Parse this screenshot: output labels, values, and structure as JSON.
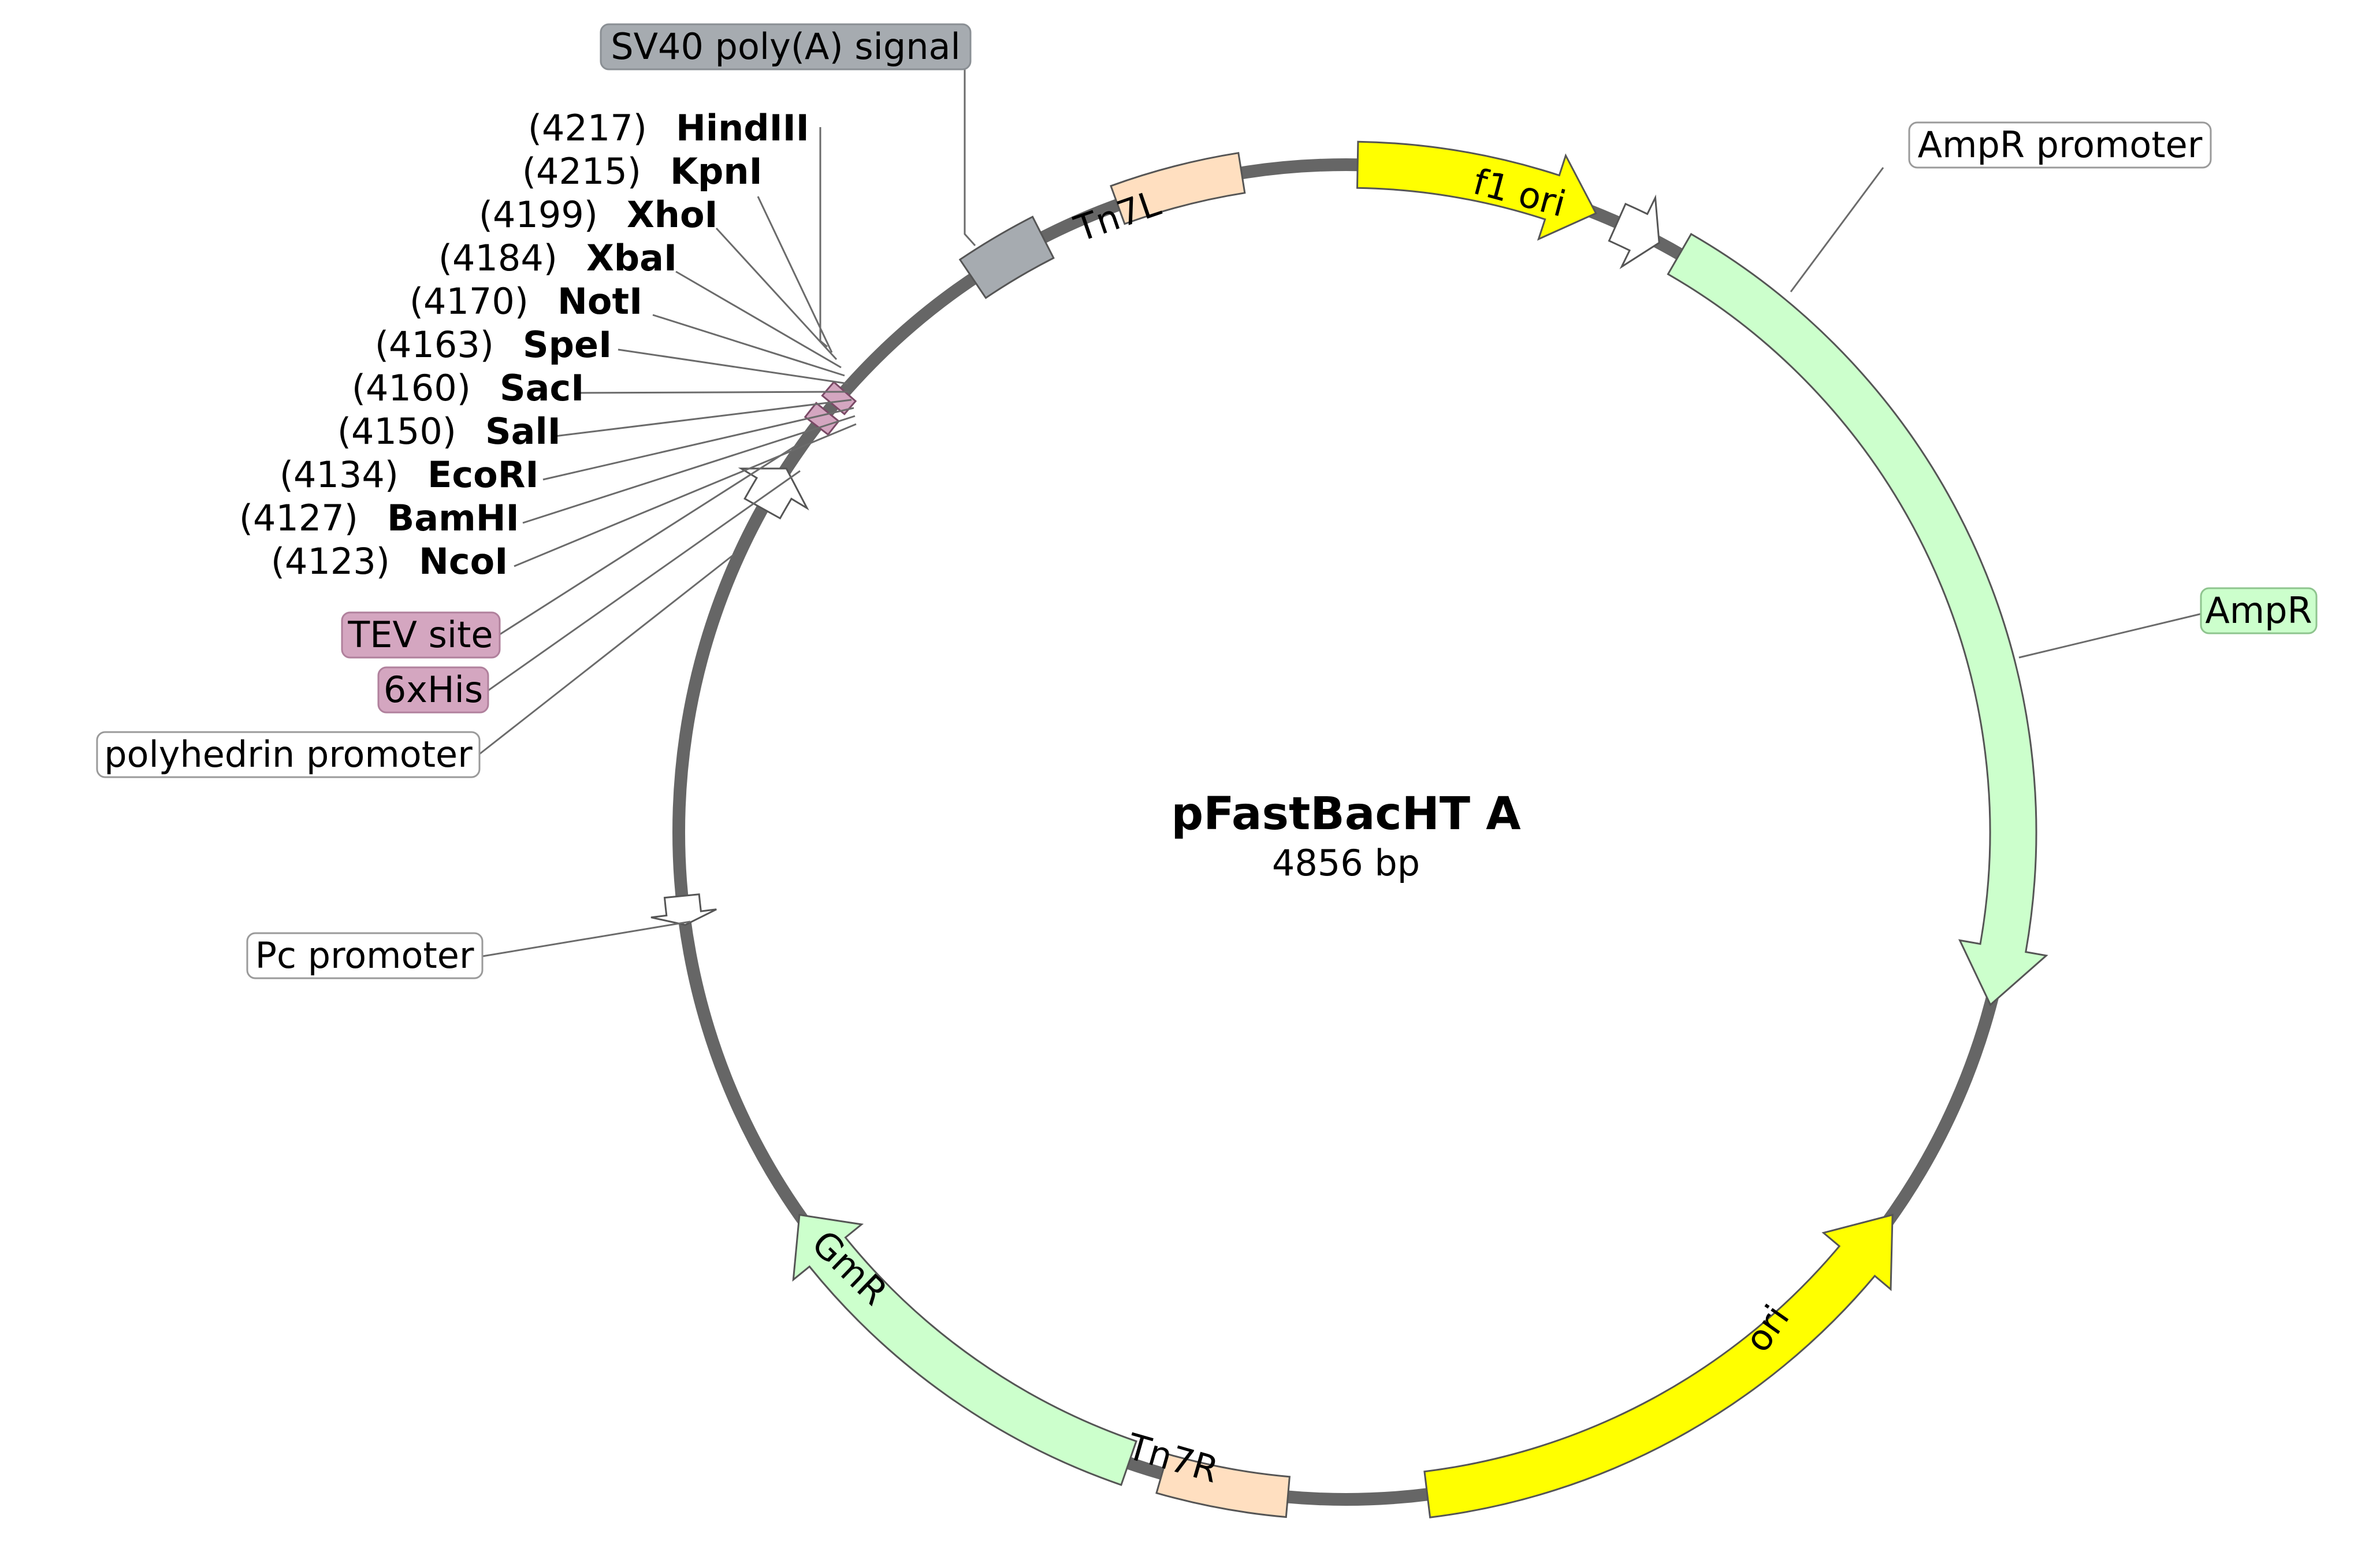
{
  "plasmid": {
    "name": "pFastBacHT A",
    "length_label": "4856 bp"
  },
  "restriction_sites": [
    {
      "position": "(4217)",
      "enzyme": "HindIII"
    },
    {
      "position": "(4215)",
      "enzyme": "KpnI"
    },
    {
      "position": "(4199)",
      "enzyme": "XhoI"
    },
    {
      "position": "(4184)",
      "enzyme": "XbaI"
    },
    {
      "position": "(4170)",
      "enzyme": "NotI"
    },
    {
      "position": "(4163)",
      "enzyme": "SpeI"
    },
    {
      "position": "(4160)",
      "enzyme": "SacI"
    },
    {
      "position": "(4150)",
      "enzyme": "SalI"
    },
    {
      "position": "(4134)",
      "enzyme": "EcoRI"
    },
    {
      "position": "(4127)",
      "enzyme": "BamHI"
    },
    {
      "position": "(4123)",
      "enzyme": "NcoI"
    }
  ],
  "features": {
    "f1_ori": "f1 ori",
    "ori": "ori",
    "tn7l": "Tn7L",
    "tn7r": "Tn7R",
    "gmr": "GmR"
  },
  "callouts": {
    "sv40": "SV40 poly(A) signal",
    "ampr_promoter": "AmpR promoter",
    "ampr": "AmpR",
    "tev": "TEV site",
    "his": "6xHis",
    "polyhedrin": "polyhedrin promoter",
    "pc_promoter": "Pc promoter"
  },
  "colors": {
    "backbone": "#666666",
    "ori_yellow": "#ffff00",
    "marker_green": "#ccffcc",
    "tn7_peach": "#ffdfc0",
    "sv40_gray": "#a6abb0",
    "tag_pink": "#d4a6c0",
    "promoter_white": "#ffffff"
  }
}
